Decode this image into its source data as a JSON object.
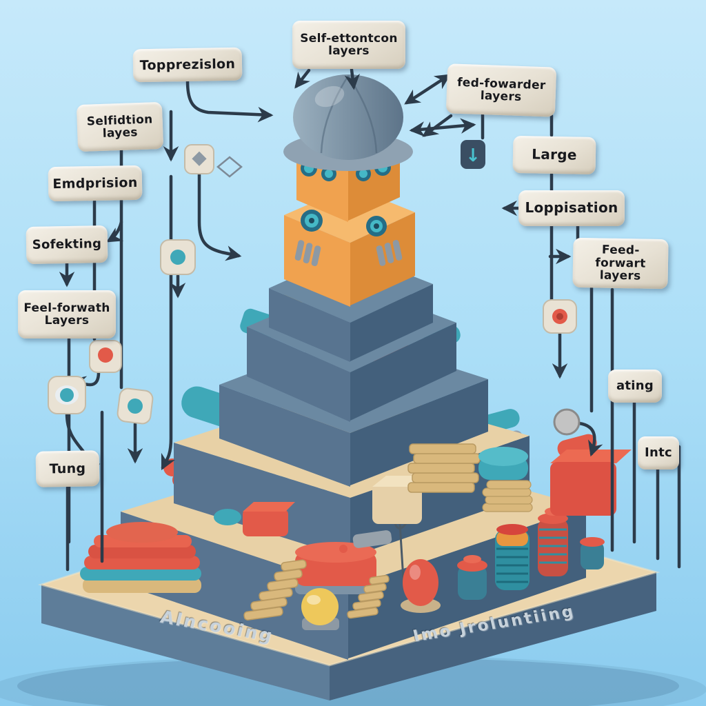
{
  "diagram": {
    "style": "3d-clay-illustration",
    "subject": "tiered robot pyramid with callout label plaques and arrows"
  },
  "labels": [
    {
      "id": "topprezislon",
      "text": "Topprezislon"
    },
    {
      "id": "self-ettontcon",
      "text": "Self-ettontcon\nlayers"
    },
    {
      "id": "fed-fowarder",
      "text": "fed-fowarder\nlayers"
    },
    {
      "id": "selfidtion",
      "text": "Selfidtion\nlayes"
    },
    {
      "id": "emdprision",
      "text": "Emdprision"
    },
    {
      "id": "large",
      "text": "Large"
    },
    {
      "id": "loppisation",
      "text": "Loppisation"
    },
    {
      "id": "sofekting",
      "text": "Sofekting"
    },
    {
      "id": "feed-forwart",
      "text": "Feed-forwart\nlayers"
    },
    {
      "id": "feel-forwath",
      "text": "Feel-forwath\nLayers"
    },
    {
      "id": "ating",
      "text": "ating"
    },
    {
      "id": "intc",
      "text": "Intc"
    },
    {
      "id": "tung",
      "text": "Tung"
    }
  ],
  "embossed": [
    {
      "id": "base-left-text",
      "text": "Alncooing"
    },
    {
      "id": "base-right-text",
      "text": "Imo Jroluntiing"
    }
  ],
  "icons": {
    "down_arrow_badge": "↓"
  },
  "colors": {
    "background_top": "#c6e9fa",
    "background_bottom": "#8bccef",
    "slab_blue_left": "#587490",
    "slab_blue_right": "#43607c",
    "slab_blue_top": "#6b89a2",
    "beige_top": "#ecd6ad",
    "beige_object": "#d9b87c",
    "orange_left": "#f0a24f",
    "orange_right": "#dd8c38",
    "orange_top": "#f6ba6e",
    "dome_light": "#95a8b8",
    "dome_dark": "#5d7489",
    "teal": "#3fa8b8",
    "red": "#e25a49",
    "yellow": "#eec85b",
    "plaque": "#ece6d9",
    "plaque_text": "#17181c",
    "line": "#2c3b4a",
    "emboss_text": "#c7d2db"
  }
}
